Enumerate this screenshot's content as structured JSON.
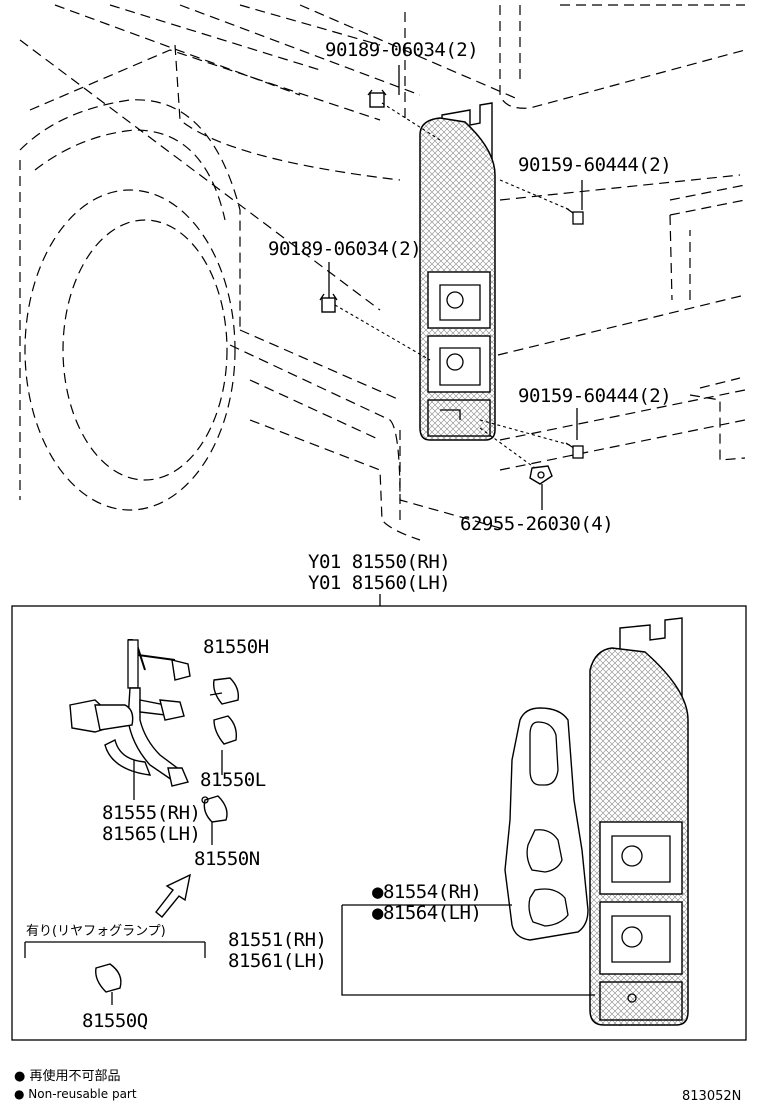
{
  "parts": {
    "clip_upper": "90189-06034(2)",
    "screw_upper": "90159-60444(2)",
    "clip_mid": "90189-06034(2)",
    "screw_lower": "90159-60444(2)",
    "nut": "62955-26030(4)",
    "assembly_rh": "Y01 81550(RH)",
    "assembly_lh": "Y01 81560(LH)",
    "bulb_h": "81550H",
    "bulb_l": "81550L",
    "socket_rh": "81555(RH)",
    "socket_lh": "81565(LH)",
    "bulb_n": "81550N",
    "gasket_rh": "●81554(RH)",
    "gasket_lh": "●81564(LH)",
    "lens_rh": "81551(RH)",
    "lens_lh": "81561(LH)",
    "fog_option_label": "有り(リヤフォグランプ)",
    "bulb_q": "81550Q"
  },
  "legend": {
    "jp": "● 再使用不可部品",
    "en": "● Non-reusable part"
  },
  "diagram_id": "813052N"
}
